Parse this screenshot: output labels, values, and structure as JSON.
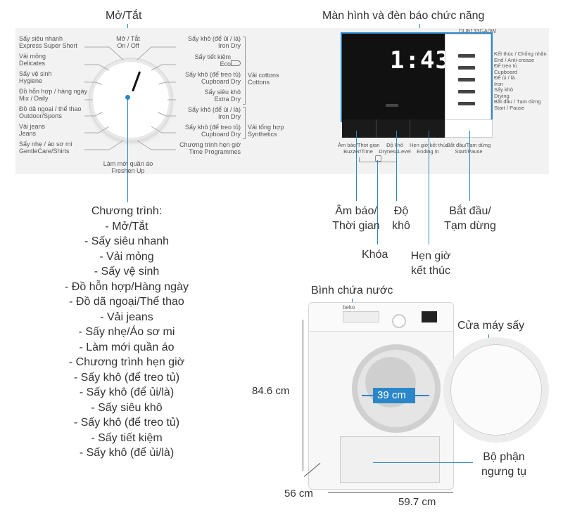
{
  "colors": {
    "accent": "#2a86c8",
    "panel_bg": "#f2f2f2",
    "display_bg": "#111111"
  },
  "top_titles": {
    "dial_title": "Mở/Tắt",
    "display_title": "Màn hình và đèn báo chức năng"
  },
  "panel": {
    "left_labels": [
      {
        "vi": "Sấy siêu nhanh",
        "en": "Express Super Short"
      },
      {
        "vi": "Vải mỏng",
        "en": "Delicates"
      },
      {
        "vi": "Sấy vệ sinh",
        "en": "Hygiene"
      },
      {
        "vi": "Đồ hỗn hợp / hàng ngày",
        "en": "Mix / Daily"
      },
      {
        "vi": "Đồ dã ngoại / thể thao",
        "en": "Outdoor/Sports"
      },
      {
        "vi": "Vải jeans",
        "en": "Jeans"
      },
      {
        "vi": "Sấy nhẹ / áo sơ mi",
        "en": "GentleCare/Shirts"
      }
    ],
    "top_label": {
      "vi": "Mở / Tắt",
      "en": "On / Off"
    },
    "bottom_label": {
      "vi": "Làm mới quần áo",
      "en": "Freshen Up"
    },
    "right_labels": [
      {
        "vi": "Sấy khô (để ủi / là)",
        "en": "Iron Dry"
      },
      {
        "vi": "Sấy tiết kiệm",
        "en": "Eco"
      },
      {
        "vi": "Sấy khô (để treo tủ)",
        "en": "Cupboard Dry"
      },
      {
        "vi": "Sấy siêu khô",
        "en": "Extra Dry"
      },
      {
        "vi": "Sấy khô (để ủi / là)",
        "en": "Iron Dry"
      },
      {
        "vi": "Sấy khô (để treo tủ)",
        "en": "Cupboard Dry"
      },
      {
        "vi": "Chương trình hẹn giờ",
        "en": "Time Programmes"
      }
    ],
    "cottons": {
      "vi": "Vải cottons",
      "en": "Cottons"
    },
    "synthetics": {
      "vi": "Vải tổng hợp",
      "en": "Synthetics"
    },
    "model": "DU8133GA0W",
    "display_time": "1:43",
    "status_labels": [
      "Kết thúc / Chống nhăn",
      "End / Anti-crease",
      "Để treo tủ",
      "Cupboard",
      "Để ủi / là",
      "Iron",
      "Sấy khô",
      "Drying",
      "Bắt đầu / Tạm dừng",
      "Start / Pause"
    ],
    "button_labels": [
      {
        "vi": "Âm báo/Thời gian",
        "en": "Buzzer/Time"
      },
      {
        "vi": "Độ khô",
        "en": "DrynessLevel"
      },
      {
        "vi": "Hẹn giờ kết thúc",
        "en": "Ending In"
      },
      {
        "vi": "Bắt đầu/Tạm dừng",
        "en": "Start/Pause"
      }
    ]
  },
  "callouts": {
    "program_title": "Chương trình:",
    "programs": [
      "- Mở/Tắt",
      "- Sấy siêu nhanh",
      "- Vải mỏng",
      "- Sấy vệ sinh",
      "- Đồ hỗn hợp/Hàng ngày",
      "- Đồ dã ngoại/Thể thao",
      "- Vải jeans",
      "- Sấy nhẹ/Áo sơ mi",
      "- Làm mới quần áo",
      "- Chương trình hẹn giờ",
      "- Sấy khô (để treo tủ)",
      "- Sấy khô (để ủi/là)",
      "- Sấy siêu khô",
      "- Sấy khô (để treo tủ)",
      "- Sấy tiết kiệm",
      "- Sấy khô (để ủi/là)"
    ],
    "buzzer": [
      "Âm báo/",
      "Thời gian"
    ],
    "dryness": [
      "Độ",
      "khô"
    ],
    "start_pause": [
      "Bắt đầu/",
      "Tạm dừng"
    ],
    "lock": "Khóa",
    "ending": [
      "Hẹn giờ",
      "kết thúc"
    ]
  },
  "dryer": {
    "water_tank": "Bình chứa nước",
    "door": "Cửa máy sấy",
    "condenser": [
      "Bộ phận",
      "ngưng tụ"
    ],
    "height": "84.6 cm",
    "depth": "56 cm",
    "width": "59.7 cm",
    "door_diameter": "39 cm",
    "brand": "beko"
  }
}
